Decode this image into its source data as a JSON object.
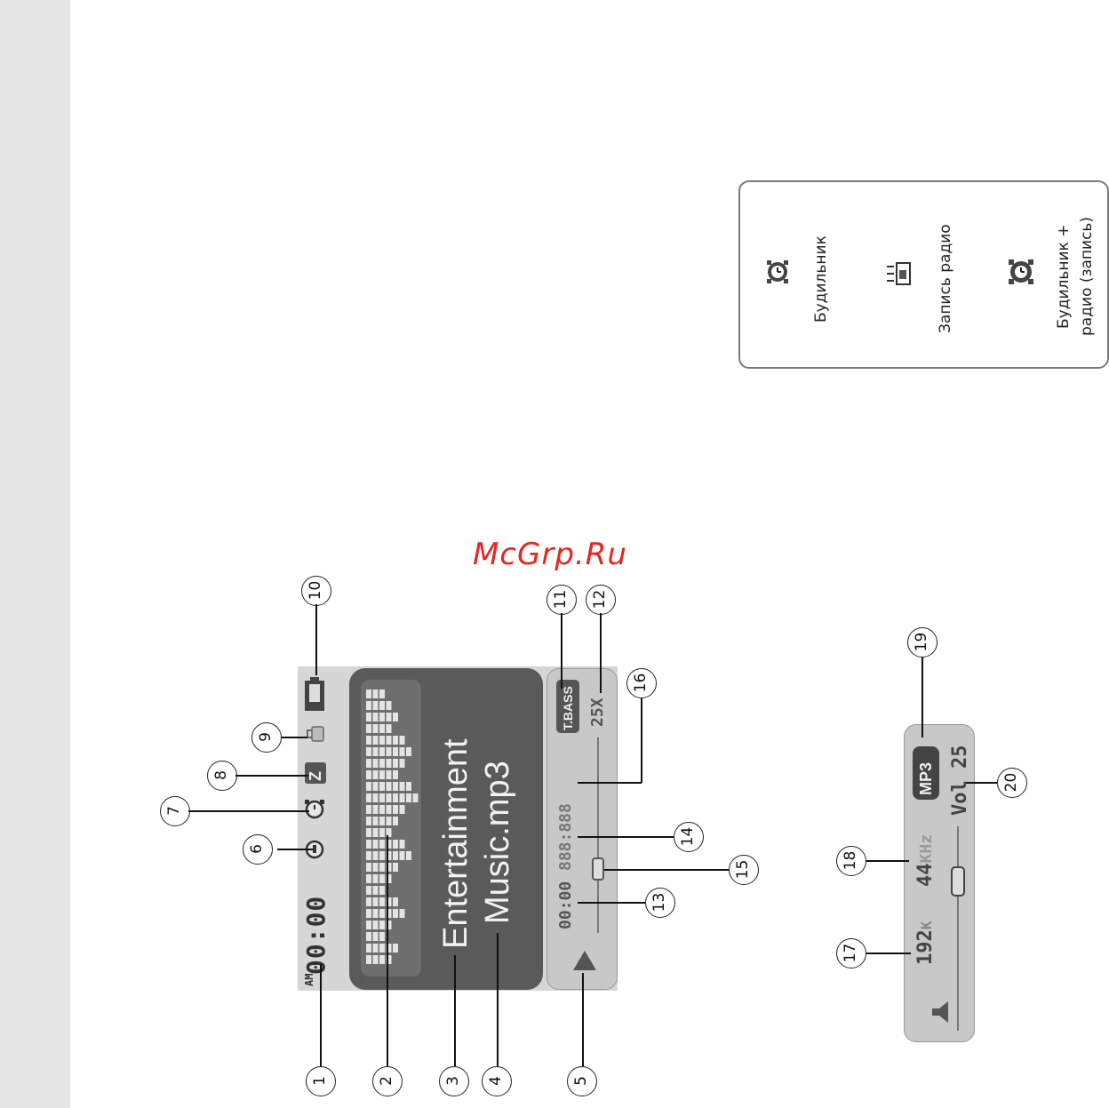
{
  "watermark": "McGrp.Ru",
  "legend": {
    "items": [
      {
        "icon": "alarm-clock-icon",
        "label": "Будильник"
      },
      {
        "icon": "radio-record-icon",
        "label": "Запись радио"
      },
      {
        "icon": "alarm-record-icon",
        "label_line1": "Будильник +",
        "label_line2": "радио (запись)"
      }
    ]
  },
  "player": {
    "clock_ampm": "AM",
    "clock": "00:00",
    "title_line1": "Entertainment",
    "title_line2": "Music.mp3",
    "elapsed": "00:00",
    "total": "888:888",
    "tbass": "T.BASS",
    "eq_level": "25X",
    "status_z": "Z"
  },
  "volume_panel": {
    "bitrate": "192",
    "bitrate_unit": "K",
    "samplerate": "44",
    "samplerate_unit": "KHz",
    "format": "MP3",
    "volume": "Vol 25"
  },
  "callouts": [
    "1",
    "2",
    "3",
    "4",
    "5",
    "6",
    "7",
    "8",
    "9",
    "10",
    "11",
    "12",
    "13",
    "14",
    "15",
    "16",
    "17",
    "18",
    "19",
    "20"
  ],
  "colors": {
    "watermark": "#e8251f",
    "panel_dark": "#5a5a5a",
    "panel_light": "#c8c8c8"
  }
}
